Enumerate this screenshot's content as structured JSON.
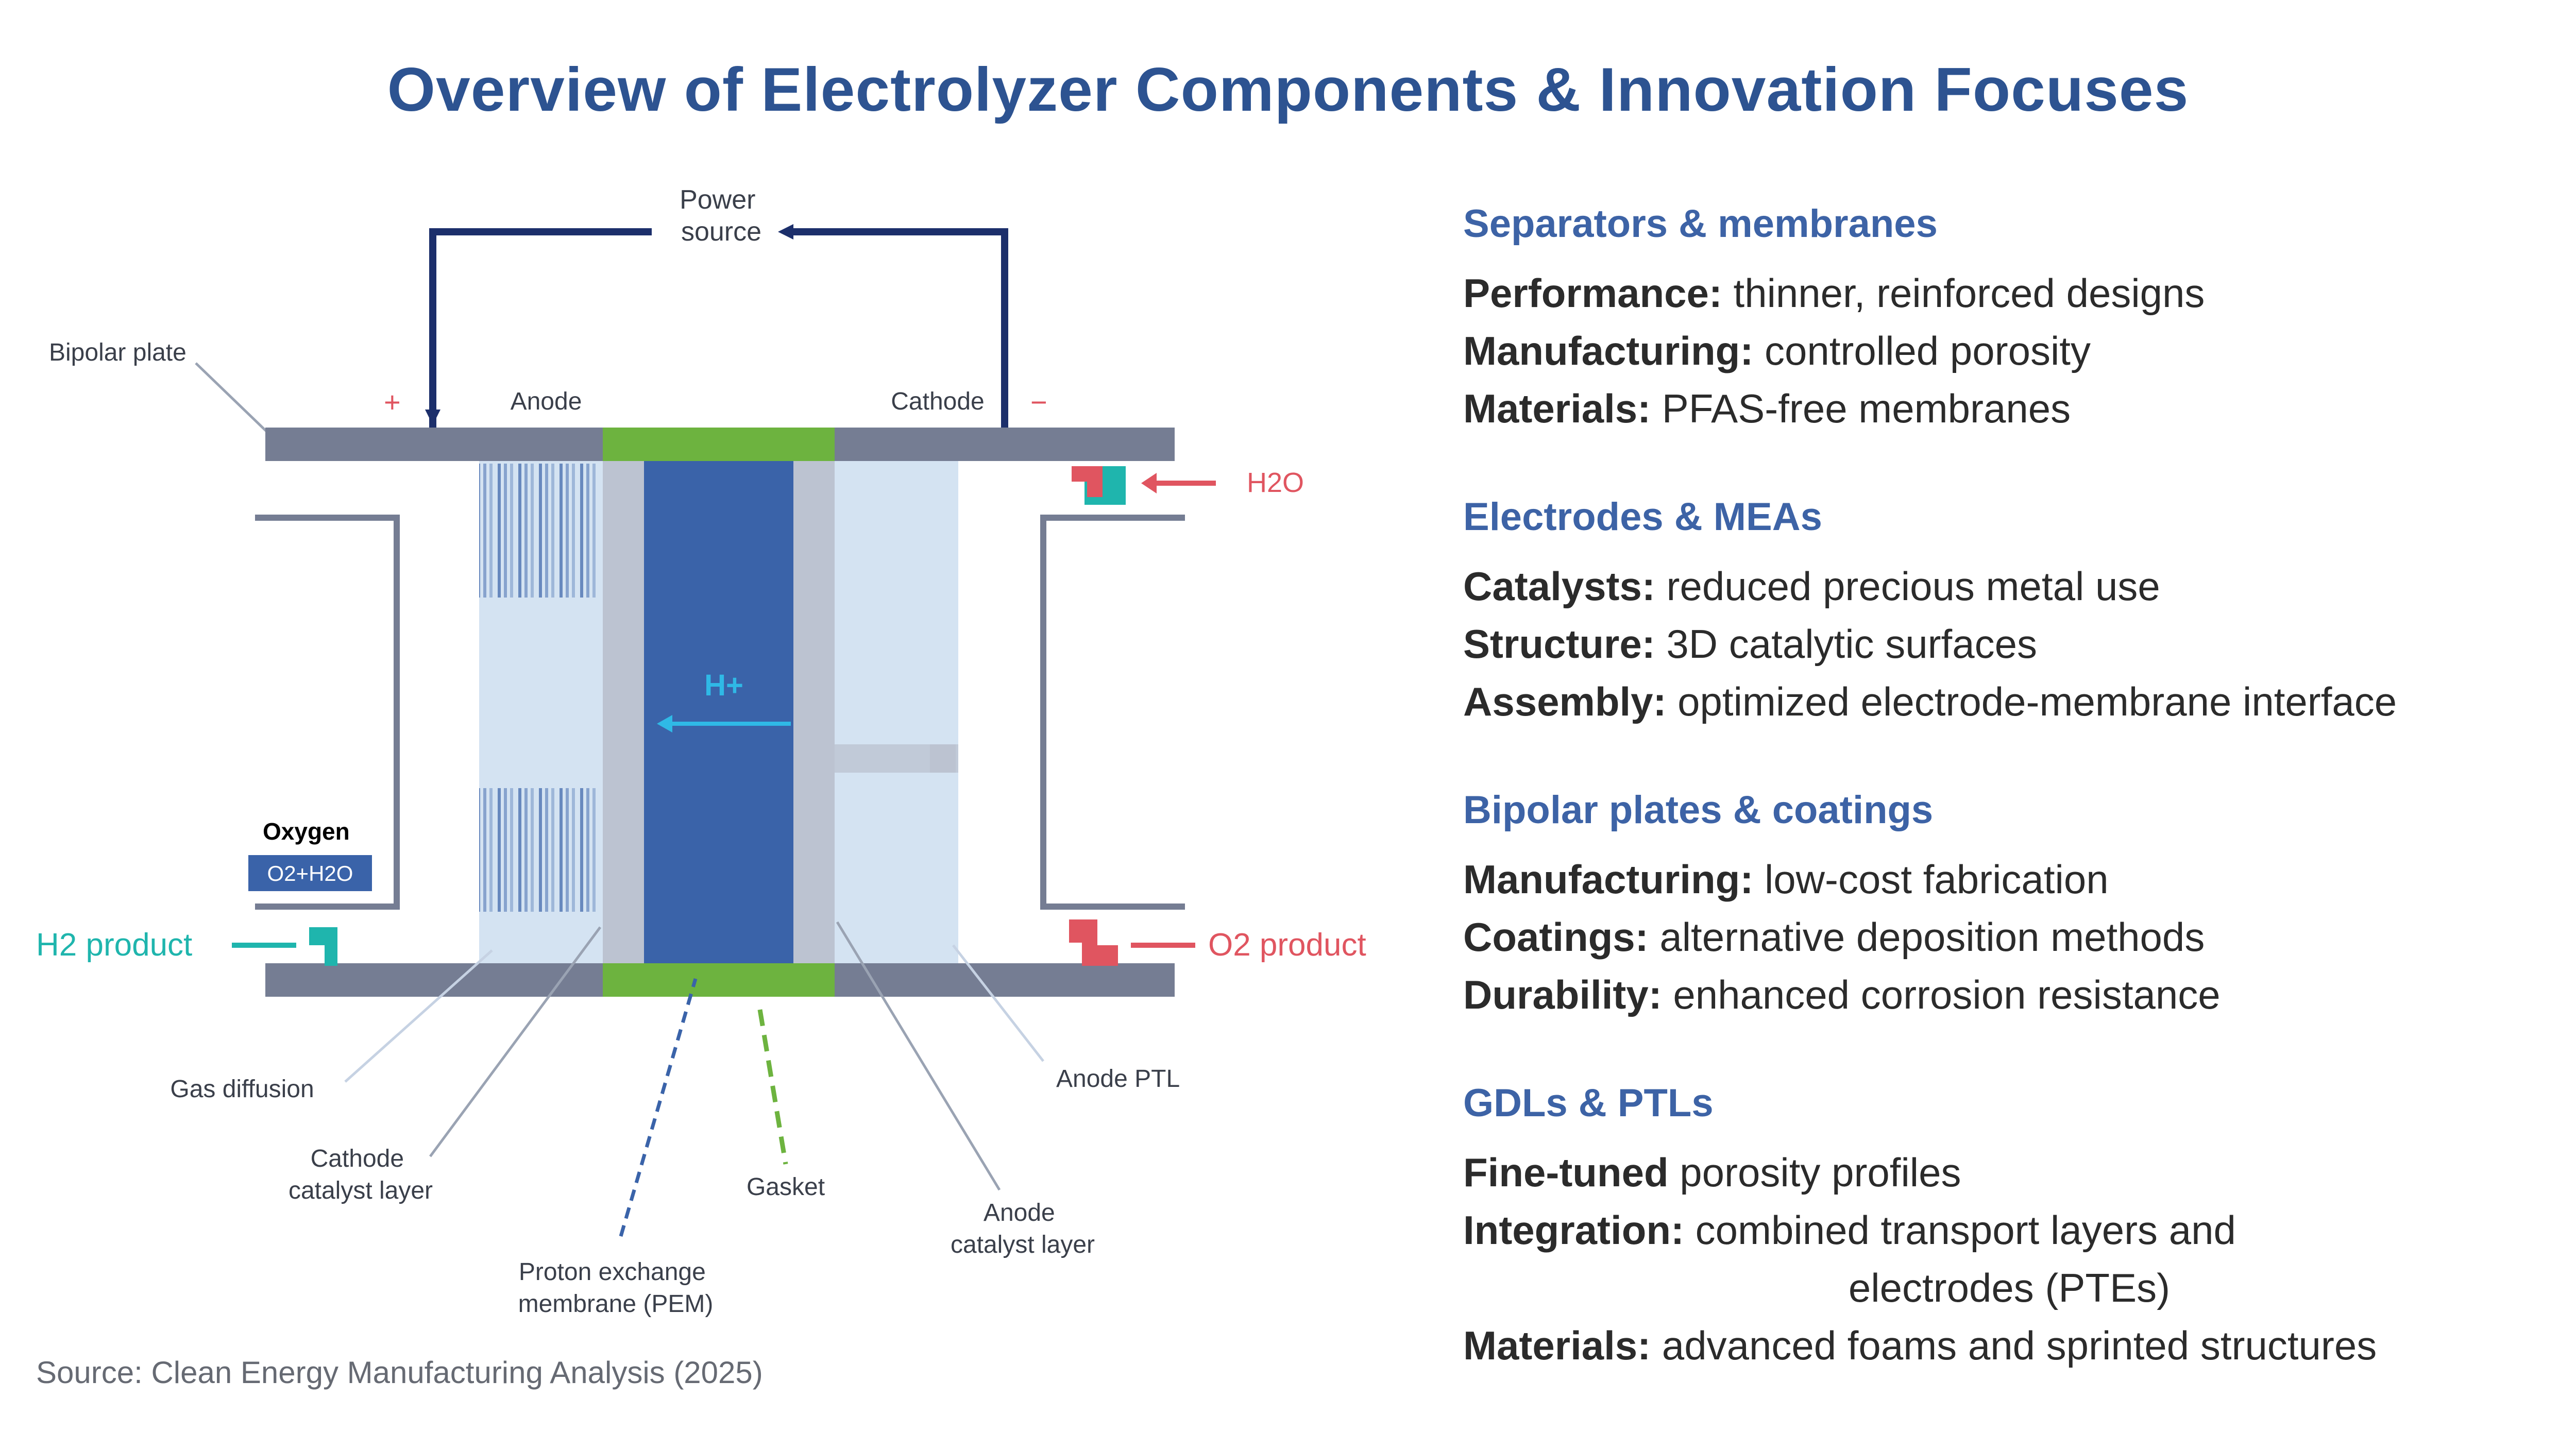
{
  "title": "Overview of Electrolyzer Components & Innovation Focuses",
  "diagram": {
    "power_source": "Power\nsource",
    "bipolar_plate": "Bipolar plate",
    "plus_sign": "+",
    "minus_sign": "−",
    "anode": "Anode",
    "cathode": "Cathode",
    "h2o": "H2O",
    "proton": "H+",
    "h2_product": "H2 product",
    "o2_product": "O2 product",
    "oxygen_label": "Oxygen",
    "oxygen_box": "O2+H2O",
    "gas_diffusion": "Gas diffusion",
    "cathode_catalyst_layer": "Cathode\ncatalyst layer",
    "pem": "Proton exchange\nmembrane (PEM)",
    "gasket": "Gasket",
    "anode_catalyst_layer": "Anode\ncatalyst layer",
    "anode_ptl": "Anode PTL"
  },
  "sections": [
    {
      "heading": "Separators & membranes",
      "lines": [
        {
          "bold": "Performance:",
          "text": " thinner, reinforced designs"
        },
        {
          "bold": "Manufacturing:",
          "text": " controlled porosity"
        },
        {
          "bold": "Materials:",
          "text": " PFAS-free membranes"
        }
      ]
    },
    {
      "heading": "Electrodes & MEAs",
      "lines": [
        {
          "bold": "Catalysts:",
          "text": " reduced precious metal use"
        },
        {
          "bold": "Structure:",
          "text": " 3D catalytic surfaces"
        },
        {
          "bold": "Assembly:",
          "text": " optimized electrode-membrane interface"
        }
      ]
    },
    {
      "heading": "Bipolar plates & coatings",
      "lines": [
        {
          "bold": "Manufacturing:",
          "text": " low-cost fabrication"
        },
        {
          "bold": "Coatings:",
          "text": " alternative deposition methods"
        },
        {
          "bold": "Durability:",
          "text": " enhanced corrosion resistance"
        }
      ]
    },
    {
      "heading": "GDLs & PTLs",
      "lines": [
        {
          "bold": "Fine-tuned",
          "text": " porosity profiles"
        },
        {
          "bold": "Integration:",
          "text": " combined transport layers and"
        },
        {
          "bold": "",
          "text": "electrodes (PTEs)",
          "center": true
        },
        {
          "bold": "Materials:",
          "text": " advanced foams and sprinted structures"
        }
      ]
    }
  ],
  "source": "Source: Clean Energy Manufacturing Analysis (2025)",
  "colors": {
    "title": "#2d5391",
    "heading": "#3d63a6",
    "plate": "#757d93",
    "gasket": "#6db33f",
    "membrane": "#3a63a9",
    "catalyst_layer": "#bcc3d1",
    "ptl_light": "#d4e3f2",
    "h2_teal": "#1fb5ad",
    "o2_red": "#e05560",
    "wire_navy": "#1c2f6b"
  }
}
